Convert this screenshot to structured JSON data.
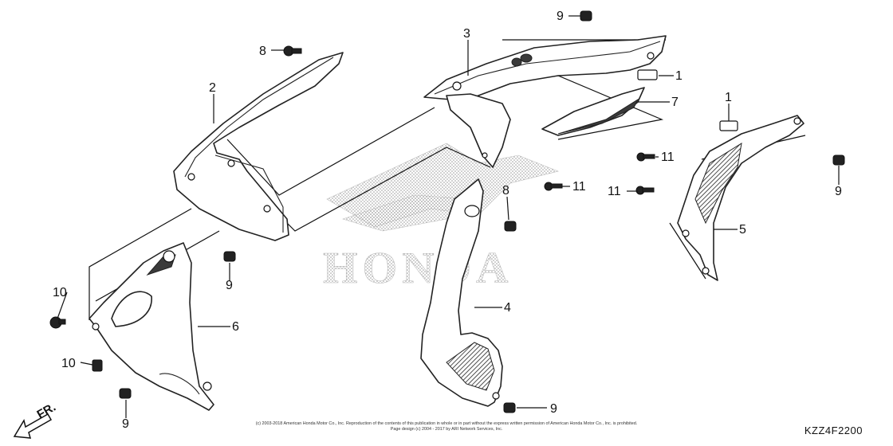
{
  "diagram_code": "KZZ4F2200",
  "direction_marker": "FR.",
  "watermark_text": "HONDA",
  "copyright": {
    "line1": "(c) 2003-2018 American Honda Motor Co., Inc. Reproduction of the contents of this publication in whole or in part without the express written permission of American Honda Motor Co., Inc. is prohibited.",
    "line2": "Page design (c) 2004 - 2017 by ARI Network Services, Inc."
  },
  "callouts": [
    "1",
    "1",
    "2",
    "3",
    "4",
    "5",
    "6",
    "7",
    "8",
    "8",
    "9",
    "9",
    "9",
    "9",
    "9",
    "10",
    "10",
    "11",
    "11",
    "11"
  ],
  "colors": {
    "line": "#222222",
    "watermark": "#bbbbbb",
    "background": "#ffffff"
  }
}
